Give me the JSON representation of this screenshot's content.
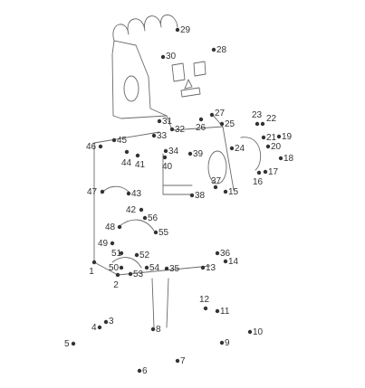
{
  "colors": {
    "dot": "#333333",
    "line": "#6a6a6a",
    "background": "#ffffff"
  },
  "dots": [
    {
      "n": "1"
    },
    {
      "n": "2"
    },
    {
      "n": "3"
    },
    {
      "n": "4"
    },
    {
      "n": "5"
    },
    {
      "n": "6"
    },
    {
      "n": "7"
    },
    {
      "n": "8"
    },
    {
      "n": "9"
    },
    {
      "n": "10"
    },
    {
      "n": "11"
    },
    {
      "n": "12"
    },
    {
      "n": "13"
    },
    {
      "n": "14"
    },
    {
      "n": "15"
    },
    {
      "n": "16"
    },
    {
      "n": "17"
    },
    {
      "n": "18"
    },
    {
      "n": "19"
    },
    {
      "n": "20"
    },
    {
      "n": "21"
    },
    {
      "n": "22"
    },
    {
      "n": "23"
    },
    {
      "n": "24"
    },
    {
      "n": "25"
    },
    {
      "n": "26"
    },
    {
      "n": "27"
    },
    {
      "n": "28"
    },
    {
      "n": "29"
    },
    {
      "n": "30"
    },
    {
      "n": "31"
    },
    {
      "n": "32"
    },
    {
      "n": "33"
    },
    {
      "n": "34"
    },
    {
      "n": "35"
    },
    {
      "n": "36"
    },
    {
      "n": "37"
    },
    {
      "n": "38"
    },
    {
      "n": "39"
    },
    {
      "n": "40"
    },
    {
      "n": "41"
    },
    {
      "n": "42"
    },
    {
      "n": "43"
    },
    {
      "n": "44"
    },
    {
      "n": "45"
    },
    {
      "n": "46"
    },
    {
      "n": "47"
    },
    {
      "n": "48"
    },
    {
      "n": "49"
    },
    {
      "n": "50"
    },
    {
      "n": "51"
    },
    {
      "n": "52"
    },
    {
      "n": "53"
    },
    {
      "n": "54"
    },
    {
      "n": "55"
    },
    {
      "n": "56"
    }
  ]
}
